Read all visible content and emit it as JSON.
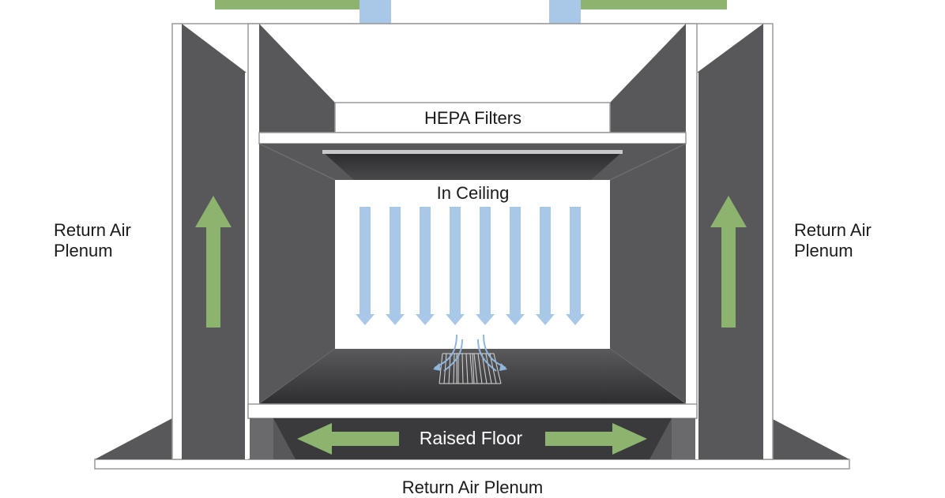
{
  "labels": {
    "return_air_left_line1": "Return Air",
    "return_air_left_line2": "Plenum",
    "return_air_right_line1": "Return Air",
    "return_air_right_line2": "Plenum",
    "hepa_filters": "HEPA Filters",
    "in_ceiling": "In Ceiling",
    "raised_floor": "Raised Floor",
    "return_air_bottom": "Return Air Plenum"
  },
  "colors": {
    "dark_panel": "#58585a",
    "panel_edge": "#3f3f41",
    "blue_arrow": "#a9c7e6",
    "green_arrow": "#8cb46e",
    "frame_white": "#ffffff",
    "frame_line": "#9a9a9a"
  }
}
